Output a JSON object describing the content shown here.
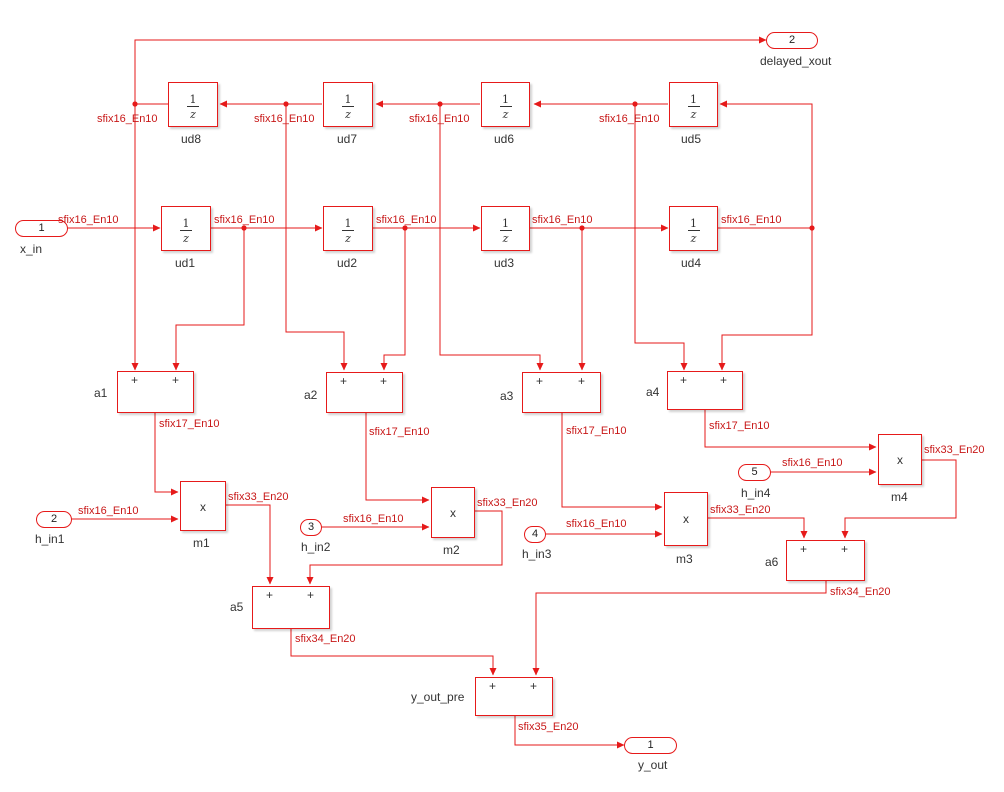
{
  "signal_types": {
    "s16": "sfix16_En10",
    "s17": "sfix17_En10",
    "s33": "sfix33_En20",
    "s34": "sfix34_En20",
    "s35": "sfix35_En20"
  },
  "ports": {
    "x_in": {
      "number": "1",
      "name": "x_in"
    },
    "h_in1": {
      "number": "2",
      "name": "h_in1"
    },
    "h_in2": {
      "number": "3",
      "name": "h_in2"
    },
    "h_in3": {
      "number": "4",
      "name": "h_in3"
    },
    "h_in4": {
      "number": "5",
      "name": "h_in4"
    },
    "delayed_xout": {
      "number": "2",
      "name": "delayed_xout"
    },
    "y_out": {
      "number": "1",
      "name": "y_out"
    }
  },
  "delay_symbol": {
    "numerator": "1",
    "denominator": "z"
  },
  "delays": {
    "ud1": "ud1",
    "ud2": "ud2",
    "ud3": "ud3",
    "ud4": "ud4",
    "ud5": "ud5",
    "ud6": "ud6",
    "ud7": "ud7",
    "ud8": "ud8"
  },
  "adders": {
    "a1": "a1",
    "a2": "a2",
    "a3": "a3",
    "a4": "a4",
    "a5": "a5",
    "a6": "a6",
    "y_out_pre": "y_out_pre"
  },
  "multipliers": {
    "m1": "m1",
    "m2": "m2",
    "m3": "m3",
    "m4": "m4"
  },
  "plus_sign": "+",
  "times_sign": "x",
  "colors": {
    "wire": "#e61a1a",
    "signal_label": "#c81818",
    "text": "#333333"
  }
}
